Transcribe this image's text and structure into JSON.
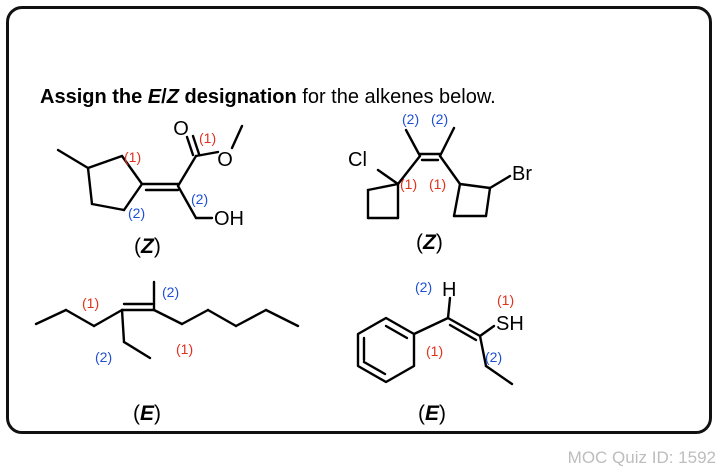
{
  "question": {
    "part1": "Assign the ",
    "e": "E",
    "slash": "/",
    "z": "Z",
    "part2": " designation",
    "part3": " for the alkenes below."
  },
  "footer": "MOC Quiz ID: 1592",
  "priority_labels": {
    "high": "(1)",
    "low": "(2)"
  },
  "colors": {
    "high": "#e0301e",
    "low": "#1f4fd6",
    "footer": "#bdbdbd"
  },
  "molecules": [
    {
      "answer": "Z",
      "atoms": [
        "O",
        "O",
        "OH"
      ]
    },
    {
      "answer": "Z",
      "atoms": [
        "Cl",
        "Br"
      ]
    },
    {
      "answer": "E",
      "atoms": []
    },
    {
      "answer": "E",
      "atoms": [
        "H",
        "SH"
      ]
    }
  ]
}
